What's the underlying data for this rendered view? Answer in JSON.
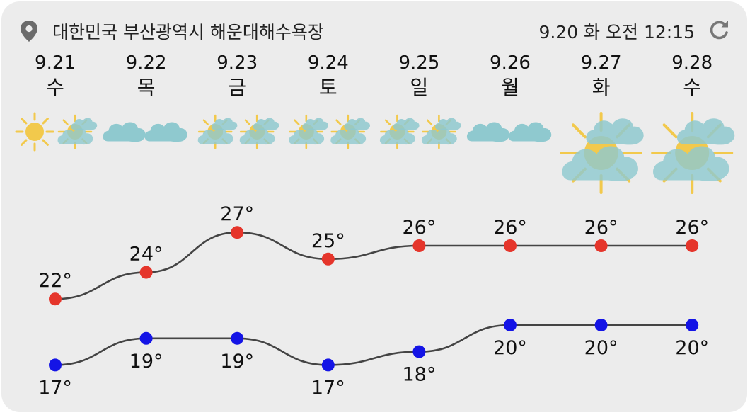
{
  "header": {
    "location": "대한민국 부산광역시 해운대해수욕장",
    "datetime": "9.20 화 오전 12:15",
    "pin_icon": "location-pin-icon",
    "refresh_icon": "refresh-icon"
  },
  "colors": {
    "background": "#ececec",
    "high": "#e5352b",
    "low": "#1414e6",
    "line": "#444444",
    "sun": "#f2c94c",
    "cloud": "#8fc9cf"
  },
  "days": [
    {
      "date": "9.21",
      "dow": "수",
      "icons": [
        "sun-icon",
        "partly-cloudy-icon"
      ],
      "high": "22°",
      "low": "17°"
    },
    {
      "date": "9.22",
      "dow": "목",
      "icons": [
        "cloud-icon",
        "cloud-icon"
      ],
      "high": "24°",
      "low": "19°"
    },
    {
      "date": "9.23",
      "dow": "금",
      "icons": [
        "partly-cloudy-icon",
        "partly-cloudy-icon"
      ],
      "high": "27°",
      "low": "19°"
    },
    {
      "date": "9.24",
      "dow": "토",
      "icons": [
        "partly-cloudy-icon",
        "partly-cloudy-icon"
      ],
      "high": "25°",
      "low": "17°"
    },
    {
      "date": "9.25",
      "dow": "일",
      "icons": [
        "partly-cloudy-icon",
        "partly-cloudy-icon"
      ],
      "high": "26°",
      "low": "18°"
    },
    {
      "date": "9.26",
      "dow": "월",
      "icons": [
        "cloud-icon",
        "cloud-icon"
      ],
      "high": "26°",
      "low": "20°"
    },
    {
      "date": "9.27",
      "dow": "화",
      "icons": [
        "partly-cloudy-large-icon"
      ],
      "high": "26°",
      "low": "20°"
    },
    {
      "date": "9.28",
      "dow": "수",
      "icons": [
        "partly-cloudy-large-icon"
      ],
      "high": "26°",
      "low": "20°"
    }
  ],
  "chart_data": {
    "type": "line",
    "categories": [
      "9.21",
      "9.22",
      "9.23",
      "9.24",
      "9.25",
      "9.26",
      "9.27",
      "9.28"
    ],
    "series": [
      {
        "values": [
          22,
          24,
          27,
          25,
          26,
          26,
          26,
          26
        ]
      },
      {
        "values": [
          17,
          19,
          19,
          17,
          18,
          20,
          20,
          20
        ]
      }
    ]
  }
}
